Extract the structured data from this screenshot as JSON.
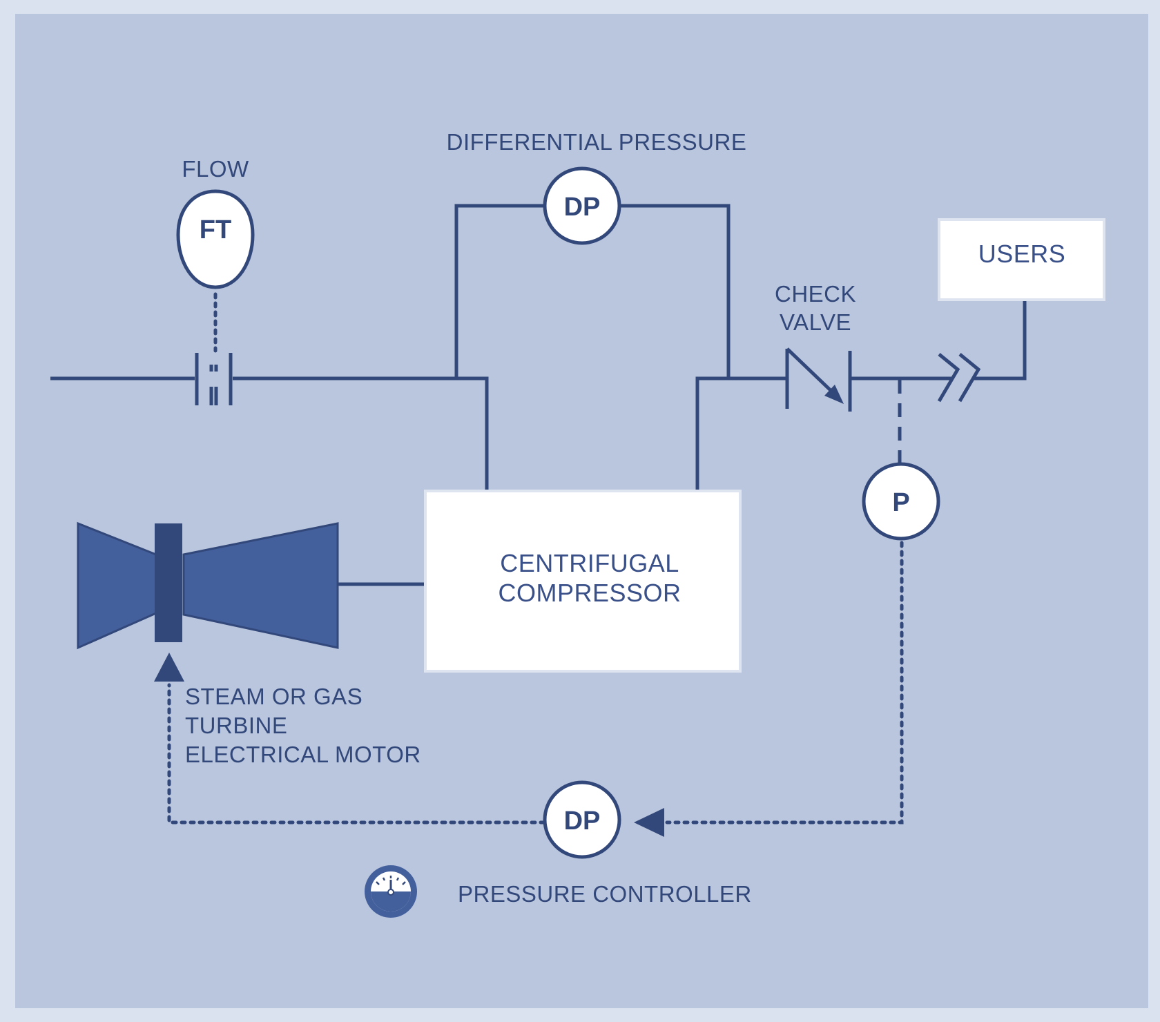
{
  "labels": {
    "flow": "FLOW",
    "differential_pressure": "DIFFERENTIAL PRESSURE",
    "check_valve_line1": "CHECK",
    "check_valve_line2": "VALVE",
    "users": "USERS",
    "compressor_line1": "CENTRIFUGAL",
    "compressor_line2": "COMPRESSOR",
    "driver_line1": "STEAM OR GAS",
    "driver_line2": "TURBINE",
    "driver_line3": "ELECTRICAL MOTOR",
    "pressure_controller": "PRESSURE CONTROLLER"
  },
  "instruments": {
    "flow_transmitter": "FT",
    "dp_top": "DP",
    "pressure": "P",
    "dp_bottom": "DP"
  },
  "icons": {
    "legend": "gauge-icon"
  },
  "colors": {
    "outer_frame": "#dae1ef",
    "background": "#bac6de",
    "line": "#33487a",
    "turbine_fill": "#435f9c",
    "turbine_shaft": "#33487a",
    "box_fill": "#ffffff",
    "box_border": "#dfe5f0"
  }
}
